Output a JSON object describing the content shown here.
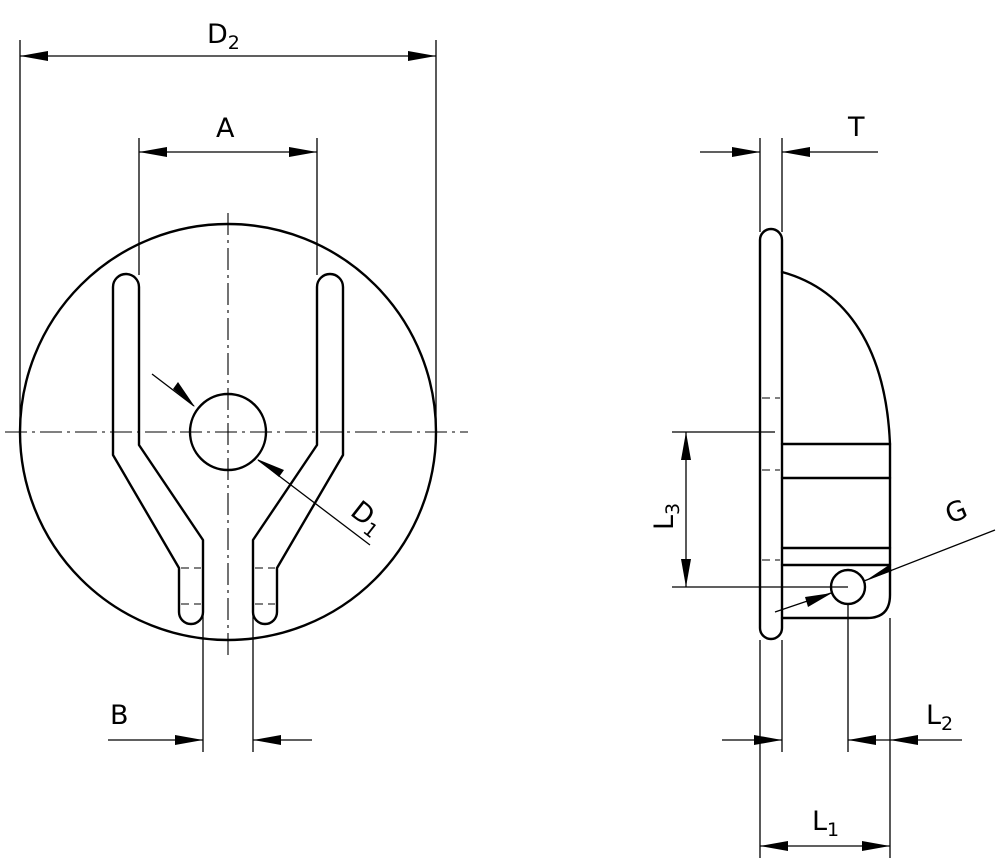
{
  "labels": {
    "d2": {
      "main": "D",
      "sub": "2"
    },
    "a": {
      "main": "A"
    },
    "d1": {
      "main": "D",
      "sub": "1"
    },
    "b": {
      "main": "B"
    },
    "t": {
      "main": "T"
    },
    "l3": {
      "main": "L",
      "sub": "3"
    },
    "g": {
      "main": "G"
    },
    "l2": {
      "main": "L",
      "sub": "2"
    },
    "l1": {
      "main": "L",
      "sub": "1"
    }
  }
}
